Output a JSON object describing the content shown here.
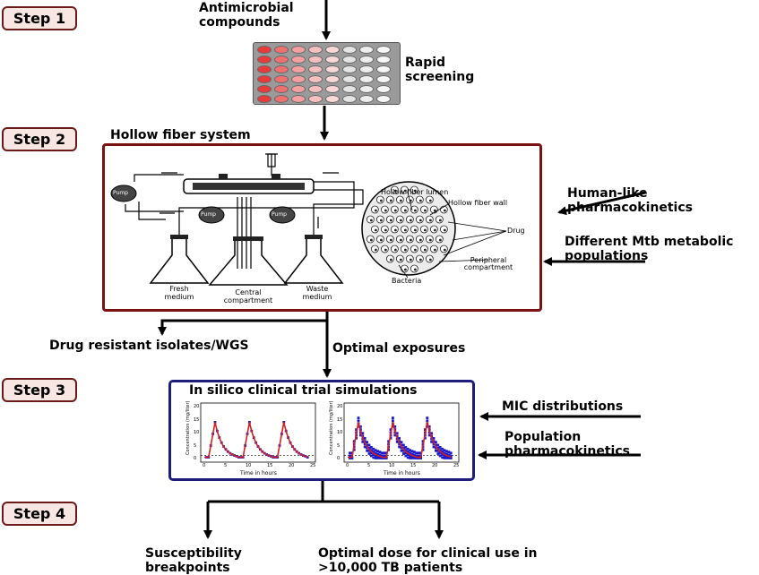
{
  "steps": [
    "Step 1",
    "Step 2",
    "Step 3",
    "Step 4"
  ],
  "labels": {
    "antimicrobial": "Antimicrobial compounds",
    "rapid": "Rapid screening",
    "hollow_fiber_system": "Hollow fiber system",
    "human_like": "Human-like pharmacokinetics",
    "different_mtb": "Different Mtb metabolic populations",
    "drug_resistant": "Drug resistant isolates/WGS",
    "optimal_exposures": "Optimal exposures",
    "in_silico": "In silico clinical trial simulations",
    "mic": "MIC distributions",
    "pop_pk": "Population pharmacokinetics",
    "susceptibility": "Susceptibility breakpoints",
    "optimal_dose": "Optimal dose for clinical use in >10,000 TB patients"
  },
  "hf_diagram": {
    "pump": "Pump",
    "fresh_medium": "Fresh medium",
    "central_compartment": "Central compartment",
    "waste_medium": "Waste medium",
    "hf_lumen": "Hollow fiber lumen",
    "hf_wall": "Hollow fiber wall",
    "drug": "Drug",
    "peripheral": "Peripheral compartment",
    "bacteria": "Bacteria"
  },
  "sim_plots": {
    "ylabel": "Concentration (mg/liter)",
    "xlabel": "Time in hours",
    "xticks": [
      "0",
      "5",
      "10",
      "15",
      "20",
      "25"
    ],
    "yticks": [
      "0",
      "5",
      "10",
      "15",
      "20"
    ],
    "colors": {
      "observed": "#1a1acc",
      "model": "#d42020"
    }
  },
  "plate_colors": [
    "#e83a3a",
    "#f07070",
    "#f4a0a0",
    "#f7c0c0",
    "#f9d8d8",
    "#e4e4e4",
    "#eeeeee",
    "#f6f6f6"
  ]
}
